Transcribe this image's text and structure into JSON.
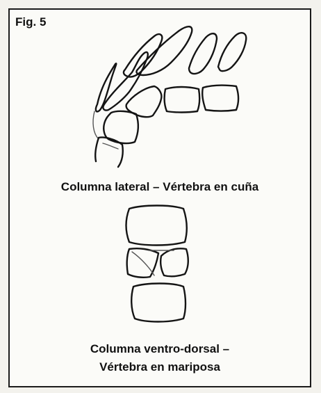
{
  "figure": {
    "label": "Fig. 5",
    "caption_lateral": "Columna lateral – Vértebra en cuña",
    "caption_ventrodorsal_line1": "Columna ventro-dorsal –",
    "caption_ventrodorsal_line2": "Vértebra en mariposa"
  }
}
